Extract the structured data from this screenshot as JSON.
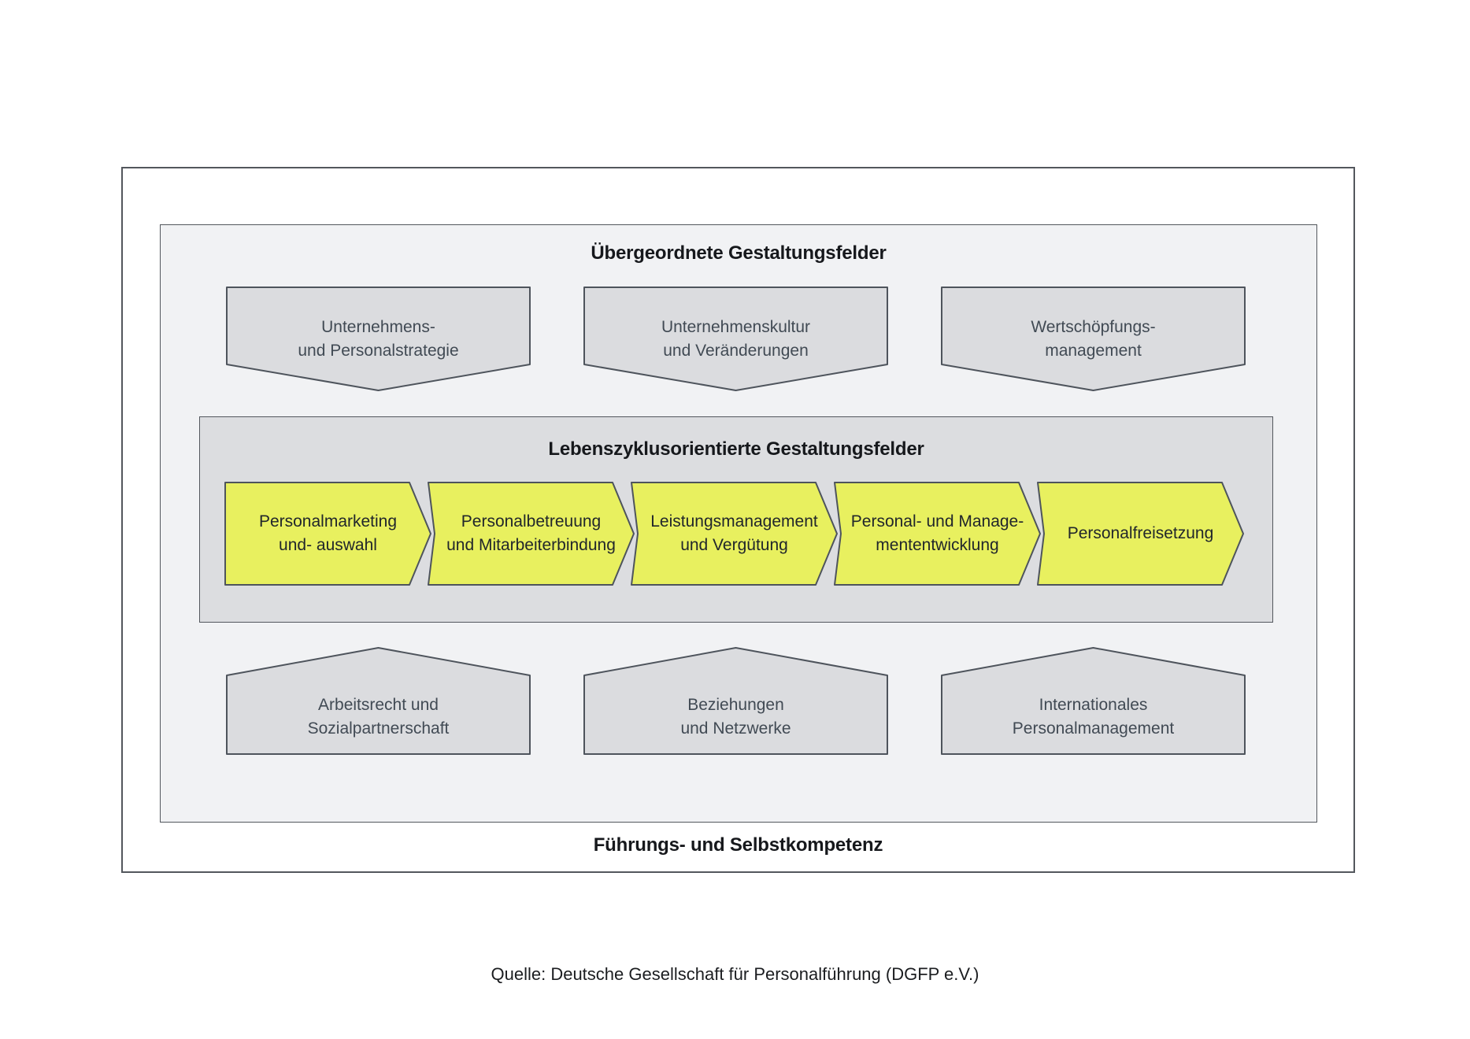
{
  "colors": {
    "page_background": "#ffffff",
    "panel_background": "#f1f2f4",
    "middle_box_background": "#dcdde0",
    "pentagon_fill": "#dbdcdf",
    "arrow_fill": "#e8f05f",
    "border": "#53575d",
    "pentagon_text": "#414a54",
    "arrow_text": "#21262b",
    "title_text": "#16181c"
  },
  "top_section": {
    "title": "Übergeordnete Gestaltungsfelder",
    "pentagons": [
      {
        "line1": "Unternehmens-",
        "line2": "und Personalstrategie"
      },
      {
        "line1": "Unternehmenskultur",
        "line2": "und Veränderungen"
      },
      {
        "line1": "Wertschöpfungs-",
        "line2": "management"
      }
    ]
  },
  "middle_section": {
    "title": "Lebenszyklusorientierte Gestaltungsfelder",
    "arrows": [
      {
        "line1": "Personalmarketing",
        "line2": "und- auswahl"
      },
      {
        "line1": "Personalbetreuung",
        "line2": "und Mitarbeiterbindung"
      },
      {
        "line1": "Leistungsmanagement",
        "line2": "und Vergütung"
      },
      {
        "line1": "Personal- und Manage-",
        "line2": "mententwicklung"
      },
      {
        "line1": "Personalfreisetzung",
        "line2": ""
      }
    ]
  },
  "bottom_section": {
    "pentagons": [
      {
        "line1": "Arbeitsrecht und",
        "line2": "Sozialpartnerschaft"
      },
      {
        "line1": "Beziehungen",
        "line2": "und Netzwerke"
      },
      {
        "line1": "Internationales",
        "line2": "Personalmanagement"
      }
    ]
  },
  "footer": {
    "title": "Führungs- und Selbstkompetenz"
  },
  "caption": {
    "text": "Quelle: Deutsche Gesellschaft für Personalführung (DGFP e.V.)"
  }
}
